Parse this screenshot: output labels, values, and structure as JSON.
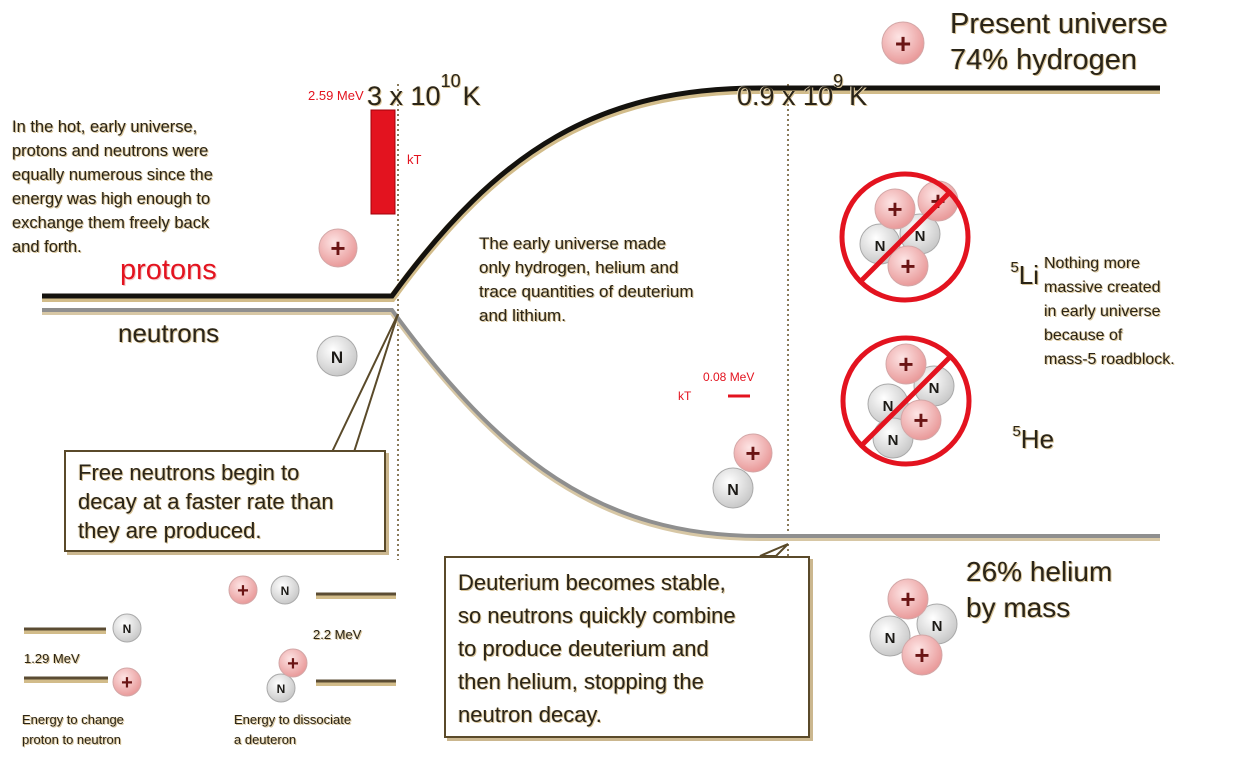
{
  "colors": {
    "proton_fill": "#f2b5b5",
    "proton_plus": "#6b1414",
    "neutron_fill": "#e1e1e1",
    "ink": "#1c1a16",
    "shadow": "#d6c08e",
    "red_bar": "#e3131f",
    "red_text": "#e3131f",
    "neutron_line": "#8f8f8f"
  },
  "glyphs": {
    "proton": "+",
    "neutron": "N"
  },
  "temps": {
    "t1_base": "3 x 10",
    "t1_exp": "10",
    "t1_unit": "K",
    "t2_base": "0.9 x 10",
    "t2_exp": "9",
    "t2_unit": "K"
  },
  "present": {
    "line1": "Present universe",
    "line2": "74% hydrogen"
  },
  "energy_bar": {
    "label": "2.59 MeV",
    "kt": "kT"
  },
  "energy_small": {
    "label": "0.08 MeV",
    "kt": "kT"
  },
  "intro_text": "In the hot, early universe,\nprotons and neutrons were\nequally numerous since the\nenergy was high enough to\nexchange them freely back\nand forth.",
  "labels": {
    "protons": "protons",
    "neutrons": "neutrons"
  },
  "middle_text": "The early universe made\nonly hydrogen, helium and\ntrace quantities of deuterium\nand lithium.",
  "nothing_text": "Nothing more\nmassive created\nin early universe\nbecause of\nmass-5 roadblock.",
  "li5": {
    "sup": "5",
    "sym": "Li"
  },
  "he5": {
    "sup": "5",
    "sym": "He"
  },
  "free_box": "Free neutrons begin to\ndecay at a faster rate than\nthey are produced.",
  "deut_box": "Deuterium becomes stable,\nso neutrons quickly combine\nto produce deuterium and\nthen helium, stopping the\nneutron decay.",
  "helium": {
    "line1": "26% helium",
    "line2": "by mass"
  },
  "legend": {
    "mev1": "1.29 MeV",
    "mev2": "2.2 MeV",
    "cap1": "Energy to change\nproton to neutron",
    "cap2": "Energy to dissociate\na deuteron"
  }
}
